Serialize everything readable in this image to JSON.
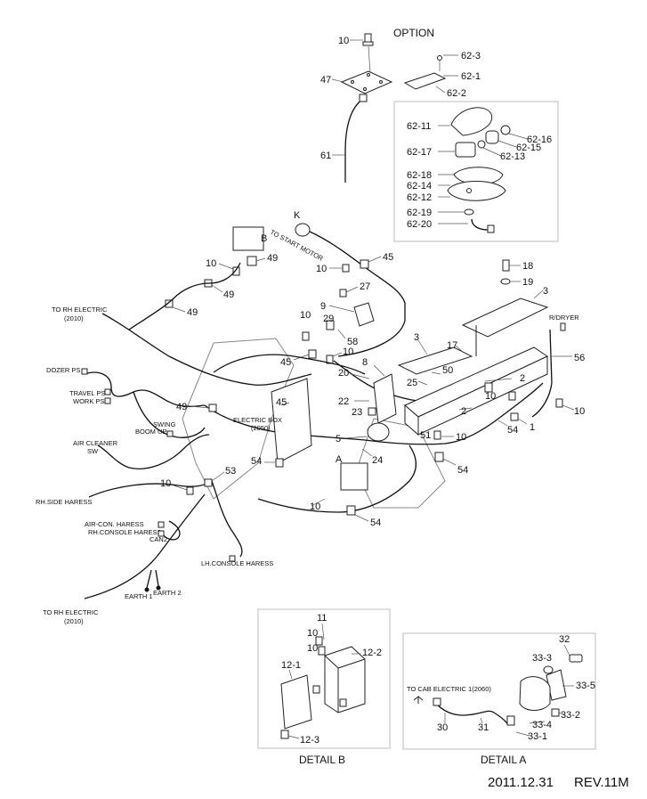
{
  "option": {
    "title": "OPTION",
    "callouts": [
      "10",
      "47",
      "61",
      "62-3",
      "62-1",
      "62-2",
      "62-11",
      "62-16",
      "62-15",
      "62-13",
      "62-17",
      "62-18",
      "62-14",
      "62-12",
      "62-19",
      "62-20"
    ]
  },
  "main": {
    "callouts_left": [
      "K",
      "B",
      "10",
      "49",
      "49",
      "49",
      "45",
      "10",
      "27",
      "9",
      "29",
      "10",
      "58",
      "45",
      "10",
      "49",
      "3",
      "17",
      "8",
      "50",
      "25",
      "20",
      "22",
      "23",
      "2",
      "51",
      "5",
      "24",
      "A",
      "53",
      "54",
      "10",
      "10",
      "54",
      "1",
      "54",
      "10",
      "54"
    ],
    "callouts_right": [
      "18",
      "19",
      "3",
      "56",
      "2",
      "10"
    ],
    "labels": {
      "to_start_motor": "TO START MOTOR",
      "to_rh_electric_top": "TO RH ELECTRIC",
      "to_rh_electric_top_code": "(2010)",
      "r_dryer": "R/DRYER",
      "dozer_ps": "DOZER PS",
      "travel_ps": "TRAVEL PS",
      "work_ps": "WORK PS",
      "swing": "SWING",
      "boom_up": "BOOM UP",
      "electric_box": "ELECTRIC BOX",
      "electric_box_code": "(2050)",
      "air_cleaner": "AIR CLEANER",
      "air_cleaner_sw": "SW",
      "rh_side_harness": "RH.SIDE HARESS",
      "air_con_harness": "AIR-CON. HARESS",
      "rh_console_harness": "RH.CONSOLE HARESS",
      "can2": "CAN2",
      "lh_console_harness": "LH.CONSOLE HARESS",
      "earth1": "EARTH 1",
      "earth2": "EARTH 2",
      "to_rh_electric_bottom": "TO RH ELECTRIC",
      "to_rh_electric_bottom_code": "(2010)"
    }
  },
  "detail_b": {
    "caption": "DETAIL B",
    "callouts": [
      "11",
      "10",
      "10",
      "12-2",
      "12-1",
      "12-3"
    ]
  },
  "detail_a": {
    "caption": "DETAIL A",
    "callouts": [
      "32",
      "33-3",
      "33-5",
      "33-4",
      "33-2",
      "33-1",
      "30",
      "31"
    ],
    "to_cab_electric": "TO CAB ELECTRIC 1(2060)"
  },
  "footer": {
    "date": "2011.12.31",
    "revision": "REV.11M"
  }
}
